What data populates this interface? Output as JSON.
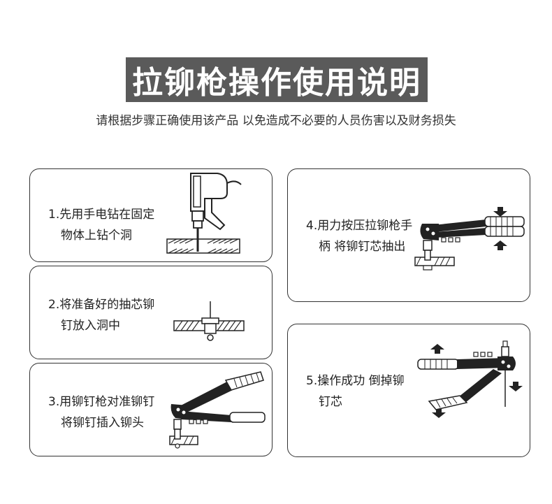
{
  "header": {
    "title": "拉铆枪操作使用说明",
    "subtitle": "请根据步骤正确使用该产品 以免造成不必要的人员伤害以及财务损失"
  },
  "steps": [
    {
      "line1": "1.先用手电钻在固定",
      "line2": "物体上钻个洞",
      "illustration": "drill-icon"
    },
    {
      "line1": "2.将准备好的抽芯铆",
      "line2": "钉放入洞中",
      "illustration": "rivet-icon"
    },
    {
      "line1": "3.用铆钉枪对准铆钉",
      "line2": "将铆钉插入铆头",
      "illustration": "rivet-gun-icon"
    },
    {
      "line1": "4.用力按压拉铆枪手",
      "line2": "柄 将铆钉芯抽出",
      "illustration": "rivet-gun-press-icon"
    },
    {
      "line1": "5.操作成功 倒掉铆",
      "line2": "钉芯",
      "illustration": "rivet-gun-open-icon"
    }
  ]
}
